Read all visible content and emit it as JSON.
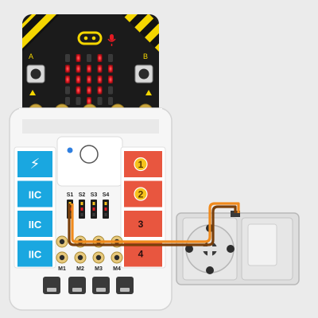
{
  "microbit": {
    "logo_alt": "micro:bit",
    "button_a": "A",
    "button_b": "B",
    "led_color": "#e31b23",
    "led_pattern": [
      [
        0,
        1,
        0,
        1,
        0
      ],
      [
        1,
        1,
        1,
        1,
        1
      ],
      [
        1,
        1,
        1,
        1,
        1
      ],
      [
        0,
        1,
        1,
        1,
        0
      ],
      [
        0,
        0,
        1,
        0,
        0
      ]
    ]
  },
  "board": {
    "left_ports": [
      {
        "label": "⚡",
        "kind": "power"
      },
      {
        "label": "IIC",
        "kind": "iic"
      },
      {
        "label": "IIC",
        "kind": "iic"
      },
      {
        "label": "IIC",
        "kind": "iic"
      }
    ],
    "right_ports": [
      {
        "label": "1",
        "circled": true
      },
      {
        "label": "2",
        "circled": true
      },
      {
        "label": "3",
        "circled": false
      },
      {
        "label": "4",
        "circled": false
      }
    ],
    "servo_headers": [
      "S1",
      "S2",
      "S3",
      "S4"
    ],
    "motor_labels": [
      "M1",
      "M2",
      "M3",
      "M4"
    ],
    "colors": {
      "iic_blue": "#1aa7e0",
      "port_red": "#e8563f",
      "badge_yellow": "#f6c21c",
      "wire_orange": "#f08a1c",
      "wire_brown": "#7a3f0a"
    }
  },
  "servo": {
    "name": "servo-motor"
  }
}
